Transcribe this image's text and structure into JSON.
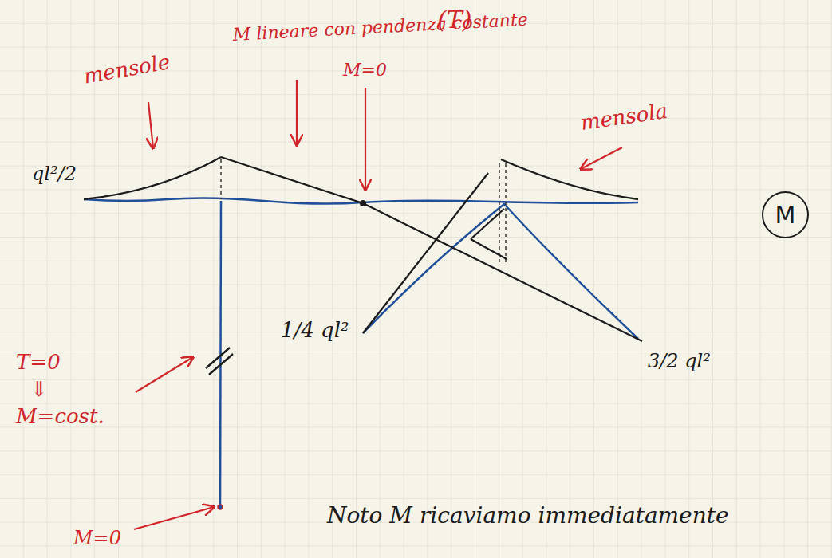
{
  "diagram": {
    "nodes": [
      {
        "text": [
          "M"
        ]
      }
    ],
    "labels": [
      "(T)",
      "M lineare con pendenza costante",
      "mensole",
      "M=0",
      "mensola",
      "ql²/2",
      "1/4 ql²",
      "3/2 ql²",
      "T=0",
      "⇓",
      "M=cost.",
      "M=0",
      "Noto M ricaviamo immediatamente"
    ]
  }
}
